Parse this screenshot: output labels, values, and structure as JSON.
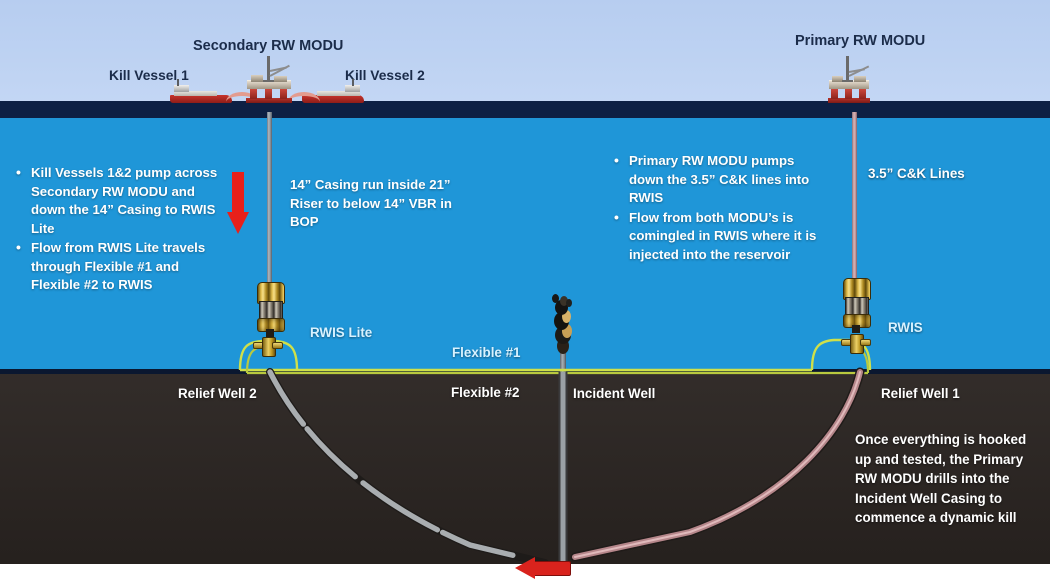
{
  "environment": {
    "sky_color": "#bdd2f2",
    "waterline_color": "#0d2044",
    "water_color": "#1f96d8",
    "seabed_color": "#2b2522",
    "flexible_line_color": "#cfe04a",
    "relief_well_1_color": "#c79a9d",
    "relief_well_2_color": "#a9adb0",
    "arrow_color": "#e8201a"
  },
  "surface": {
    "secondary_modu_label": "Secondary RW MODU",
    "primary_modu_label": "Primary RW MODU",
    "kill_vessel_1_label": "Kill Vessel 1",
    "kill_vessel_2_label": "Kill Vessel 2"
  },
  "callouts": {
    "left_bullets": [
      "Kill Vessels 1&2 pump across Secondary RW MODU and down the 14” Casing to RWIS Lite",
      "Flow from RWIS Lite travels through Flexible #1 and Flexible #2 to RWIS"
    ],
    "center_note": "14” Casing run inside 21” Riser to below 14” VBR in BOP",
    "right_bullets": [
      "Primary RW MODU pumps down the 3.5” C&K lines into RWIS",
      "Flow from both MODU’s is comingled in RWIS where it is injected into the reservoir"
    ],
    "ck_lines_label": "3.5” C&K Lines",
    "dynamic_kill_note": "Once everything is hooked up and tested, the Primary RW MODU drills into the Incident Well Casing to commence a dynamic kill"
  },
  "subsea": {
    "rwis_lite_label": "RWIS Lite",
    "rwis_label": "RWIS",
    "flexible_1_label": "Flexible #1",
    "flexible_2_label": "Flexible #2",
    "relief_well_2_label": "Relief Well 2",
    "relief_well_1_label": "Relief Well 1",
    "incident_well_label": "Incident Well"
  }
}
